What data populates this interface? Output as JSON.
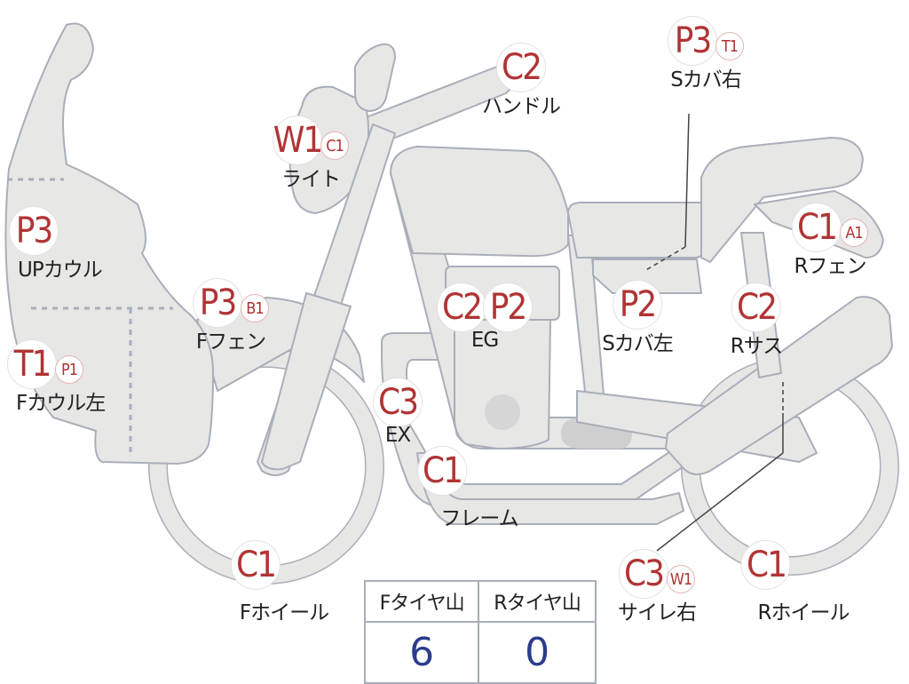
{
  "parts": [
    {
      "key": "up-cowl",
      "label": "UPカウル",
      "main": "P3",
      "sub": ""
    },
    {
      "key": "f-cowl-left",
      "label": "Fカウル左",
      "main": "T1",
      "sub": "P1"
    },
    {
      "key": "light",
      "label": "ライト",
      "main": "W1",
      "sub": "C1"
    },
    {
      "key": "handle",
      "label": "ハンドル",
      "main": "C2",
      "sub": ""
    },
    {
      "key": "s-cover-right",
      "label": "Sカバ右",
      "main": "P3",
      "sub": "T1"
    },
    {
      "key": "r-fender",
      "label": "Rフェン",
      "main": "C1",
      "sub": "A1"
    },
    {
      "key": "f-fender",
      "label": "Fフェン",
      "main": "P3",
      "sub": "B1"
    },
    {
      "key": "engine",
      "label": "EG",
      "main": "C2",
      "sub": "P2"
    },
    {
      "key": "s-cover-left",
      "label": "Sカバ左",
      "main": "P2",
      "sub": ""
    },
    {
      "key": "r-suspension",
      "label": "Rサス",
      "main": "C2",
      "sub": ""
    },
    {
      "key": "exhaust",
      "label": "EX",
      "main": "C3",
      "sub": ""
    },
    {
      "key": "frame",
      "label": "フレーム",
      "main": "C1",
      "sub": ""
    },
    {
      "key": "f-wheel",
      "label": "Fホイール",
      "main": "C1",
      "sub": ""
    },
    {
      "key": "silencer-right",
      "label": "サイレ右",
      "main": "C3",
      "sub": "W1"
    },
    {
      "key": "r-wheel",
      "label": "Rホイール",
      "main": "C1",
      "sub": ""
    }
  ],
  "tires": {
    "front_header": "Fタイヤ山",
    "rear_header": "Rタイヤ山",
    "front_value": "6",
    "rear_value": "0"
  },
  "colors": {
    "bike_fill": "#e7e7e5",
    "bike_stroke": "#a9aeb9",
    "badge_text": "#b03434",
    "value_text": "#2b3c8c"
  }
}
